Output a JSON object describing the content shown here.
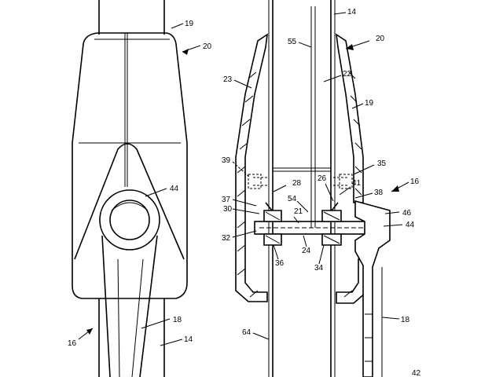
{
  "figure": {
    "left_view_labels": {
      "tube_top": "19",
      "housing": "20",
      "pivot": "44",
      "arm": "18",
      "tube": "14",
      "assembly": "16"
    },
    "right_view_labels": {
      "tube": "14",
      "housing": "20",
      "rod": "55",
      "seal": "22",
      "cavity": "23",
      "shell": "19",
      "vent_left": "39",
      "vent_right": "35",
      "bolt_left": "28",
      "bolt_right": "26",
      "gap": "54",
      "plate": "37",
      "flange": "41",
      "assembly": "16",
      "cap": "38",
      "bushing": "30",
      "axle": "21",
      "spacer": "46",
      "pivot": "44",
      "nut_left": "32",
      "spacer_left": "36",
      "axle_lower": "24",
      "spacer_right": "34",
      "arm": "18",
      "tube_lower": "64",
      "corner_mark": "42"
    }
  }
}
